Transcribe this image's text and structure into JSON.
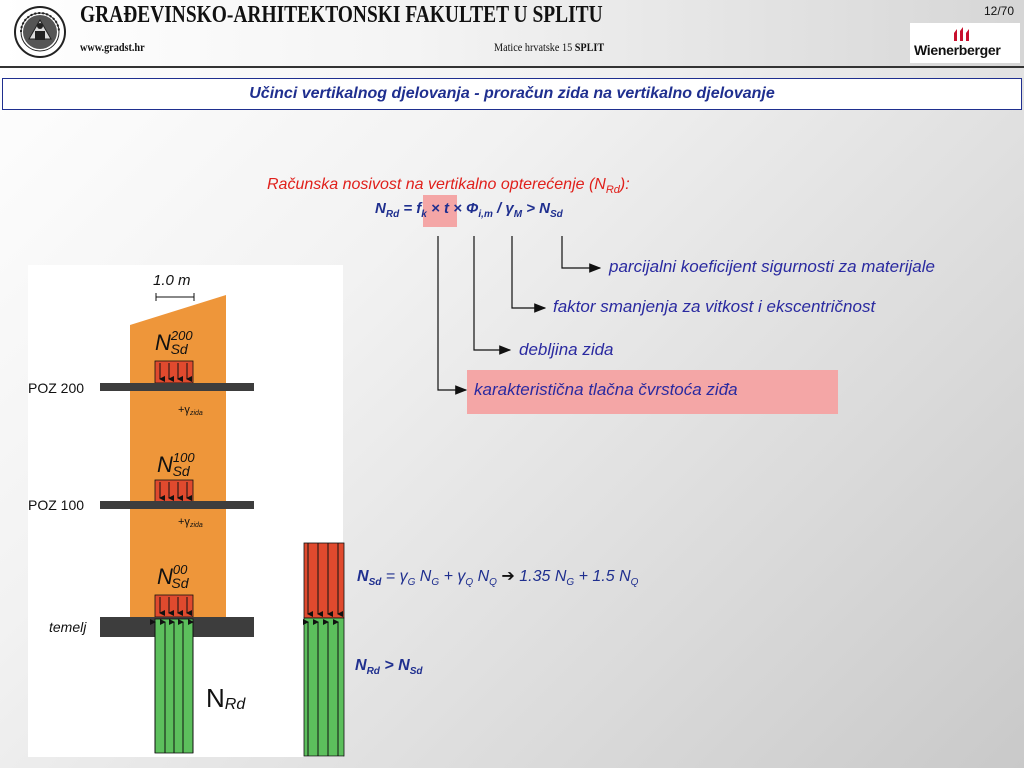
{
  "header": {
    "faculty_title": "GRAĐEVINSKO-ARHITEKTONSKI FAKULTET U SPLITU",
    "website": "www.gradst.hr",
    "address_prefix": "Matice hrvatske 15",
    "address_city": "SPLIT",
    "page_counter": "12/70",
    "brand_name": "Wienerberger"
  },
  "slide_title": "Učinci vertikalnog djelovanja - proračun zida na vertikalno djelovanje",
  "formula": {
    "heading": "Računska nosivost na vertikalno opterećenje (N",
    "heading_sub": "Rd",
    "heading_end": "):",
    "n": "N",
    "rd": "Rd",
    "equals": " = ",
    "fk_f": "f",
    "fk_k": "k",
    "times1": " × t × ",
    "phi": "Φ",
    "phi_sub": "i,m",
    "slash": " / ",
    "gamma": "γ",
    "gamma_sub": "M",
    "gt": " > N",
    "sd": "Sd"
  },
  "callouts": {
    "gamma_m": "parcijalni koeficijent sigurnosti za materijale",
    "phi": "faktor smanjenja za vitkost i ekscentričnost",
    "t": "debljina zida",
    "fk": "karakteristična tlačna čvrstoća ziđa"
  },
  "diagram": {
    "width_label": "1.0 m",
    "loads": [
      {
        "main": "N",
        "sup": "200",
        "sub": "Sd"
      },
      {
        "main": "N",
        "sup": "100",
        "sub": "Sd"
      },
      {
        "main": "N",
        "sup": "00",
        "sub": "Sd"
      }
    ],
    "self_weight": {
      "symbol": "+γ",
      "sub": "zida"
    },
    "levels": [
      "POZ 200",
      "POZ 100",
      "temelj"
    ],
    "resistance": {
      "main": "N",
      "sub": "Rd"
    }
  },
  "equations": {
    "nsd_n": "N",
    "nsd_sub": "Sd",
    "nsd_rest_1": " = γ",
    "g_sub": "G",
    "nsd_rest_2": " N",
    "g_sub2": "G",
    "nsd_rest_3": " + γ",
    "q_sub": "Q",
    "nsd_rest_4": " N",
    "q_sub2": "Q",
    "arrow": " ➔ ",
    "result_1": " 1.35 N",
    "result_g": "G",
    "result_2": " + 1.5 N",
    "result_q": "Q",
    "check_n1": "N",
    "check_rd": "Rd",
    "check_gt": " > N",
    "check_sd": "Sd"
  },
  "colors": {
    "wall": "#ee963a",
    "load_arrows": "#e04a2e",
    "resistance": "#5cbf5c",
    "slab": "#3d3d3d",
    "highlight": "#f4a6a6",
    "title_blue": "#1f2f8f",
    "heading_red": "#e0201b",
    "callout_blue": "#2a2aa0"
  }
}
